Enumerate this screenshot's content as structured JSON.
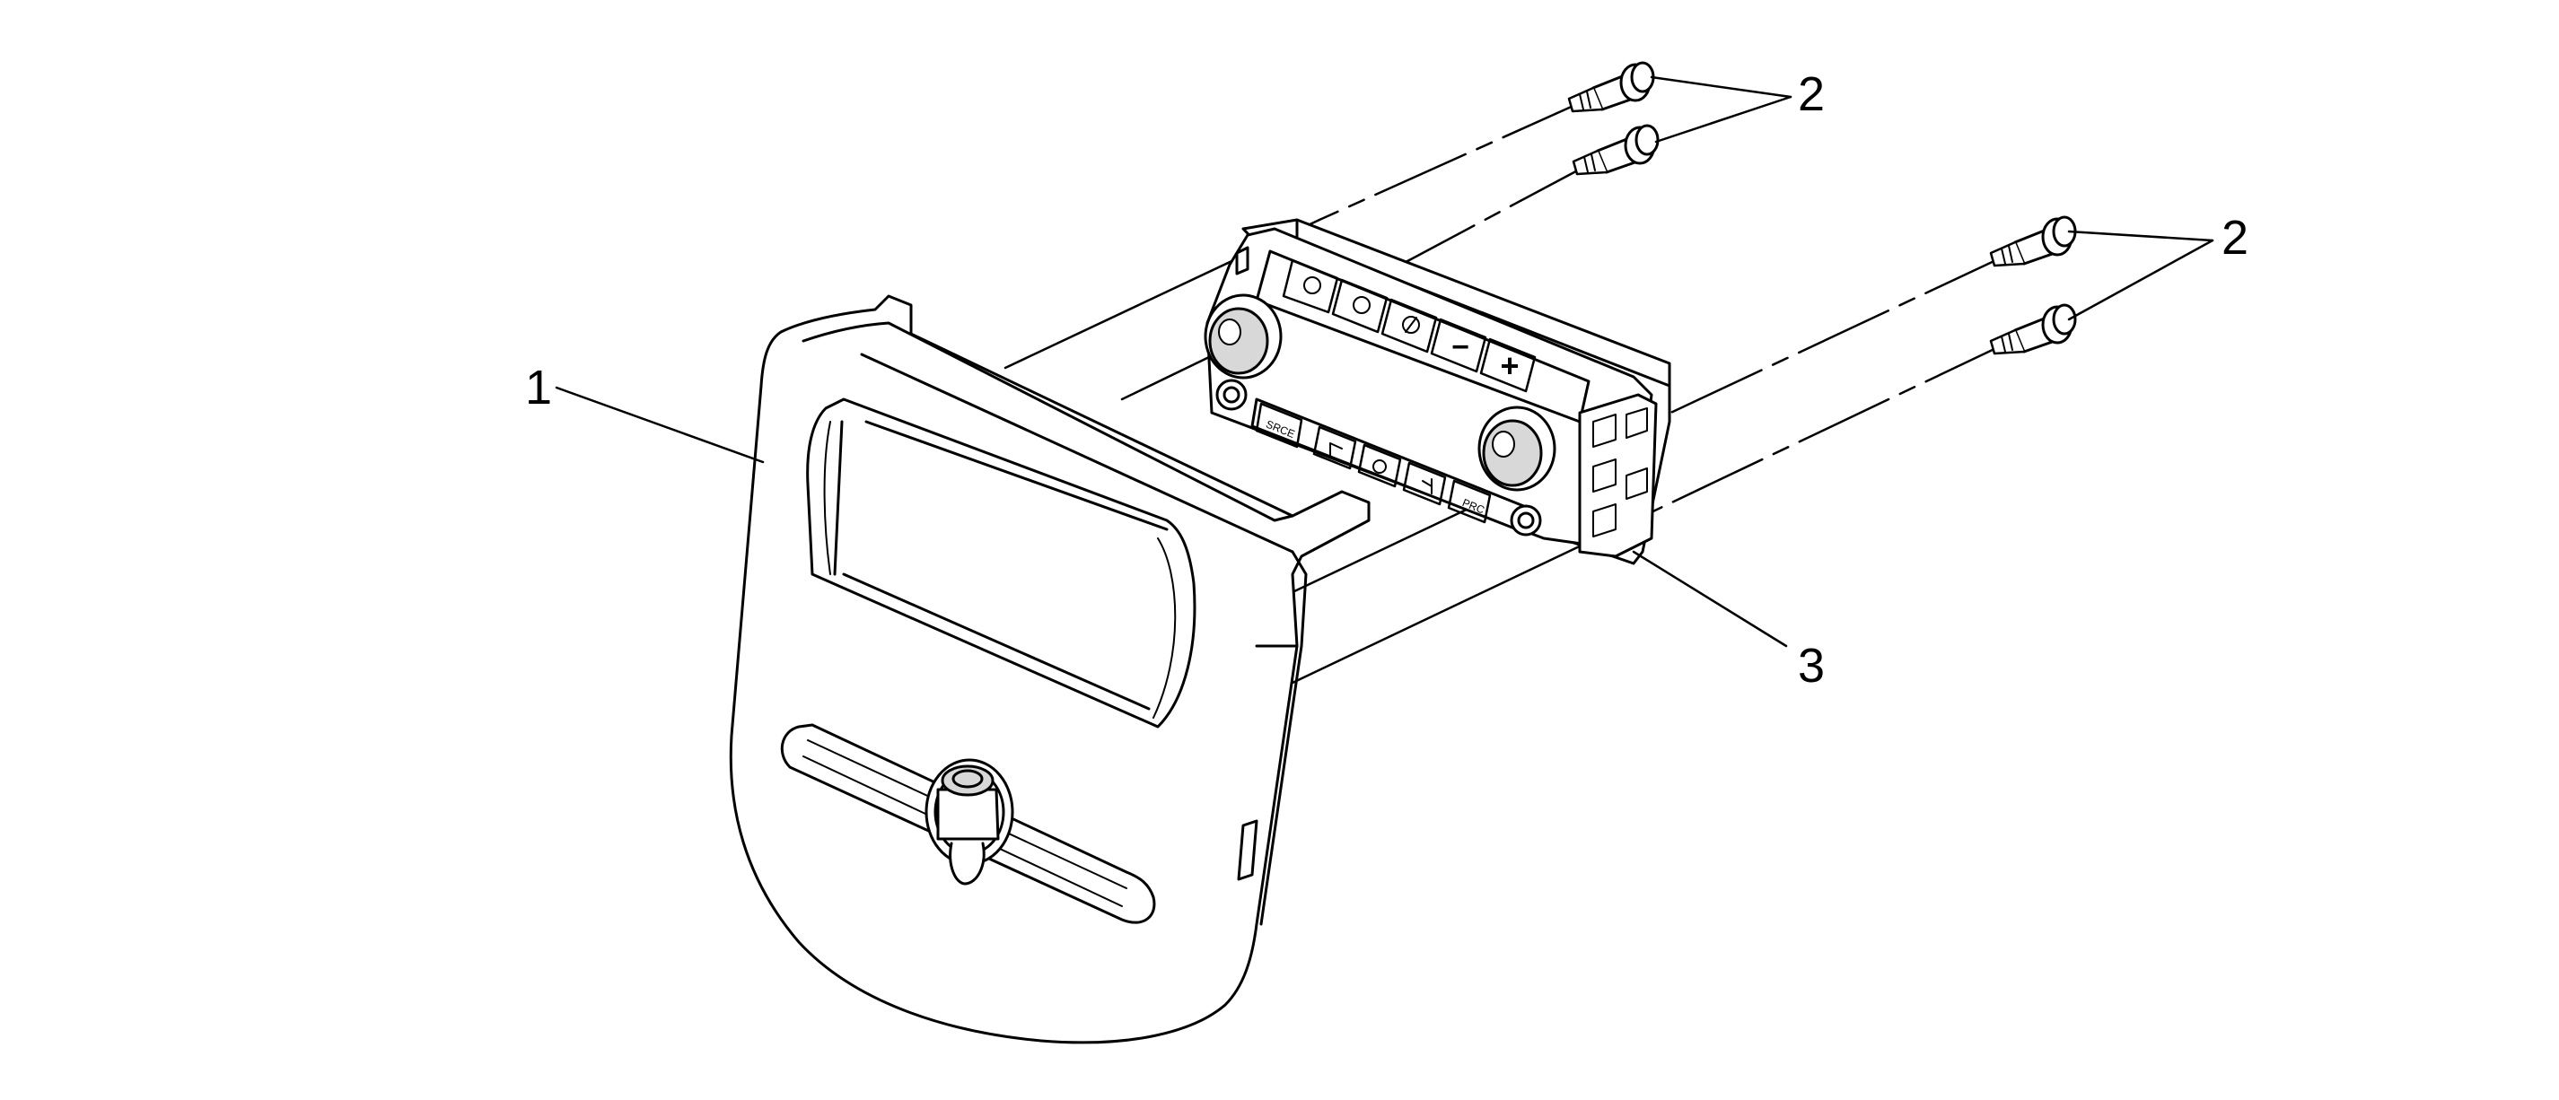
{
  "callouts": {
    "bezel": "1",
    "bolts_upper": "2",
    "bolts_right": "2",
    "control_module": "3"
  },
  "control_panel": {
    "left_button_label": "SRCE",
    "right_button_label": "PRC",
    "minus_label": "−",
    "plus_label": "+"
  },
  "colors": {
    "line": "#000000",
    "fill_light": "#ffffff",
    "fill_shade": "#d8d8d8"
  }
}
